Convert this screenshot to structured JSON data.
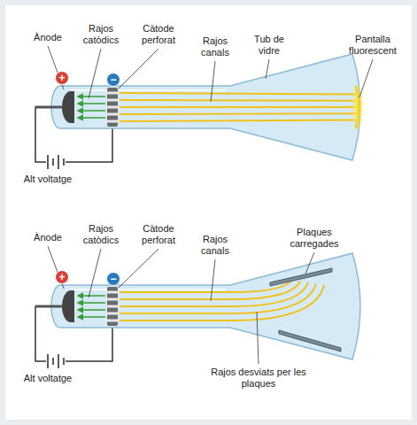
{
  "diagram": {
    "nodes": [
      {
        "text": [
          "+"
        ]
      },
      {
        "text": [
          "−"
        ]
      },
      {
        "text": [
          "+"
        ]
      },
      {
        "text": [
          "−"
        ]
      }
    ],
    "labels": [
      "Ànode",
      "Rajos catòdics",
      "Càtode perforat",
      "Rajos canals",
      "Tub de vidre",
      "Pantalla fluorescent",
      "Alt voltatge",
      "Ànode",
      "Rajos catòdics",
      "Càtode perforat",
      "Rajos canals",
      "Plaques carregades",
      "Rajos desviats per les plaques",
      "Alt voltatge"
    ]
  }
}
